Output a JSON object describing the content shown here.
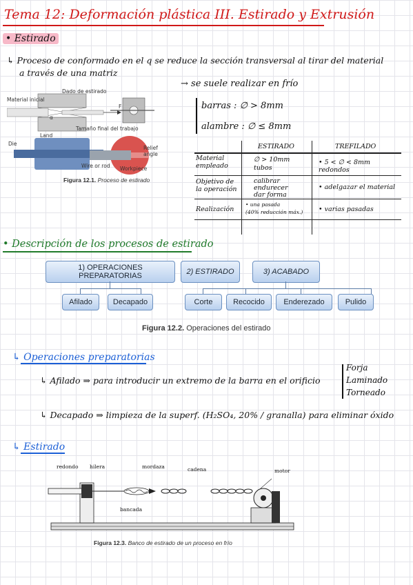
{
  "title": "Tema 12: Deformación plástica III. Estirado y Extrusión",
  "section_estirado": "• Estirado",
  "def_line1": "↳ Proceso de conformado en el q se reduce la sección transversal al tirar del material",
  "def_line2": "a través de una matriz",
  "arrow_note": "→ se suele realizar en frío",
  "barras": "barras : ∅ > 8mm",
  "alambre": "alambre : ∅ ≤ 8mm",
  "fig1": {
    "labels": {
      "cap_label": "Dado de estirado",
      "material_label": "Material inicial",
      "final_label": "Tamaño final del trabajo",
      "die_label": "Die",
      "land_label": "Land",
      "wire_label": "Wire or rod",
      "workpiece_label": "Workpiece",
      "relief_label": "Relief angle",
      "a_label": "α",
      "f_label": "F"
    },
    "caption_bold": "Figura 12.1.",
    "caption_text": " Proceso de estirado"
  },
  "table": {
    "headers": [
      "",
      "ESTIRADO",
      "TREFILADO"
    ],
    "rows": [
      {
        "label": "Material empleado",
        "estirado": [
          "∅ > 10mm",
          "tubos"
        ],
        "trefilado": "• 5 < ∅ < 8mm redondos"
      },
      {
        "label": "Objetivo de la operación",
        "estirado": [
          "calibrar",
          "endurecer",
          "dar forma"
        ],
        "trefilado": "• adelgazar el material"
      },
      {
        "label": "Realización",
        "estirado": [
          "• una pasada",
          "(40% reducción máx.)"
        ],
        "trefilado": "• varias pasadas"
      }
    ]
  },
  "section_descripcion": "• Descripción de los procesos de estirado",
  "fig2": {
    "top": [
      "1) OPERACIONES PREPARATORIAS",
      "2) ESTIRADO",
      "3) ACABADO"
    ],
    "bottom": [
      "Afilado",
      "Decapado",
      "Corte",
      "Recocido",
      "Enderezado",
      "Pulido"
    ],
    "caption_bold": "Figura 12.2.",
    "caption_text": " Operaciones del estirado"
  },
  "section_operaciones": "↳ Operaciones preparatorias",
  "afilado": "↳ Afilado ⇒ para introducir un extremo de la barra en el orificio",
  "afilado_options": [
    "Forja",
    "Laminado",
    "Torneado"
  ],
  "decapado": "↳ Decapado ⇒ limpieza de la superf. (H₂SO₄, 20% / granalla) para eliminar óxido",
  "section_estirado2": "↳ Estirado",
  "fig3": {
    "labels": [
      "redondo",
      "hilera",
      "mordaza",
      "cadena",
      "motor",
      "bancada"
    ],
    "caption_bold": "Figura 12.3.",
    "caption_text": " Banco de estirado de un proceso en frío"
  },
  "colors": {
    "title": "#d01818",
    "green": "#1f7a2a",
    "blue": "#1b5fd6",
    "highlight": "#f7b9c8"
  }
}
